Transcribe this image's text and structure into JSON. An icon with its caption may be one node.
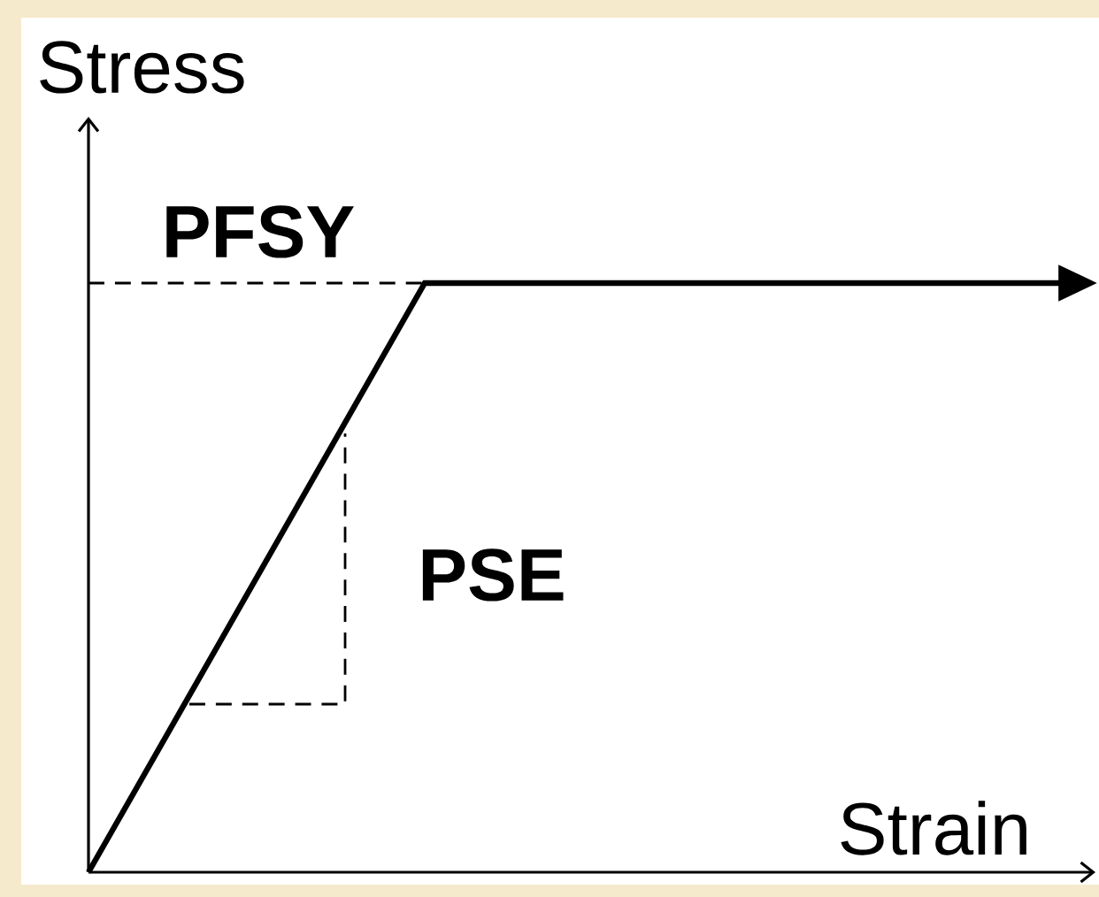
{
  "diagram": {
    "labels": [
      "Stress",
      "PFSY",
      "PSE",
      "Strain"
    ]
  }
}
